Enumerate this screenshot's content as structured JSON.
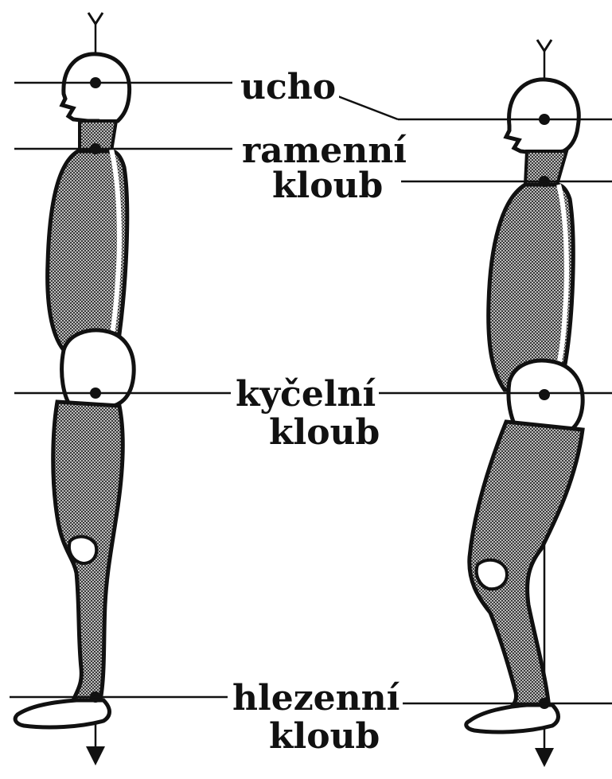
{
  "labels": {
    "ear": "ucho",
    "shoulder_1": "ramenní",
    "shoulder_2": "kloub",
    "hip_1": "kyčelní",
    "hip_2": "kloub",
    "ankle_1": "hlezenní",
    "ankle_2": "kloub"
  },
  "figures": [
    {
      "name": "upright-posture"
    },
    {
      "name": "bent-posture"
    }
  ],
  "colors": {
    "line": "#111111",
    "stipple_dark": "#3a3a3a",
    "stipple_light": "#bdbdbd",
    "background": "#ffffff"
  }
}
